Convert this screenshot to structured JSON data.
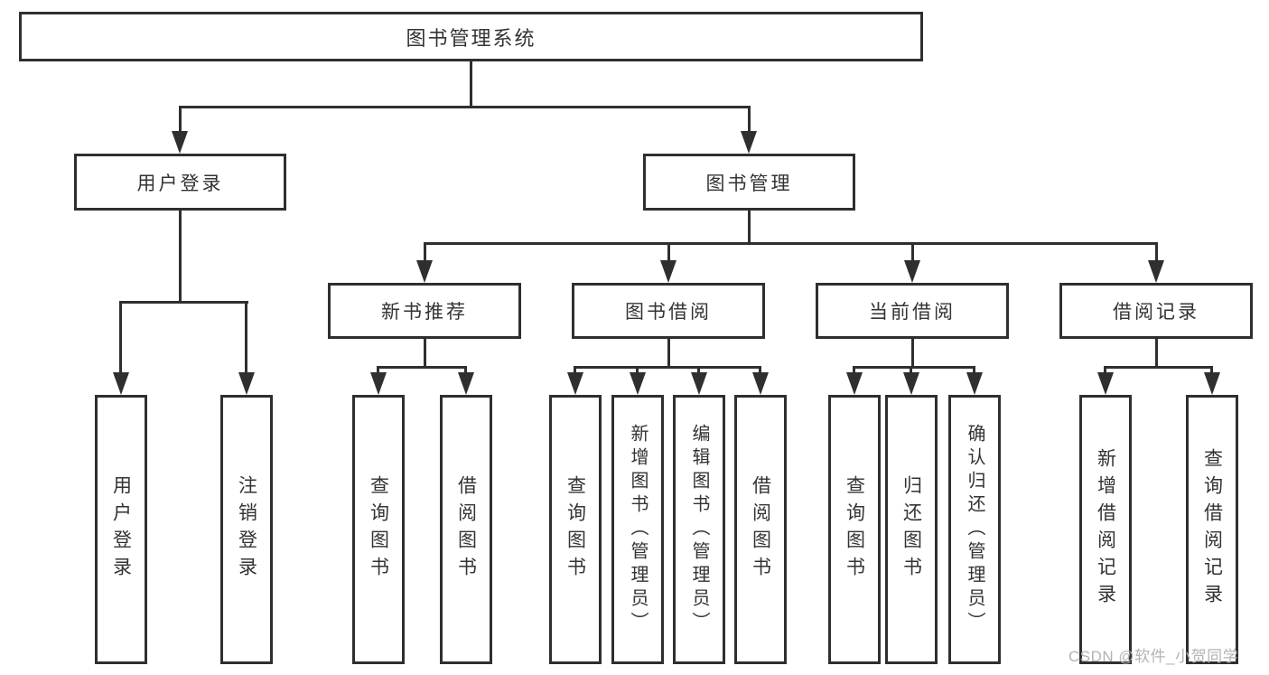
{
  "nodes": {
    "root": {
      "label": "图书管理系统"
    },
    "user_login": {
      "label": "用户登录"
    },
    "book_management": {
      "label": "图书管理"
    },
    "new_book_recommend": {
      "label": "新书推荐"
    },
    "book_borrowing": {
      "label": "图书借阅"
    },
    "current_borrowing": {
      "label": "当前借阅"
    },
    "borrowing_records": {
      "label": "借阅记录"
    },
    "leaf_user_login": {
      "label": "用户登录"
    },
    "leaf_logout": {
      "label": "注销登录"
    },
    "leaf_query_books_recommend": {
      "label": "查询图书"
    },
    "leaf_borrow_books_recommend": {
      "label": "借阅图书"
    },
    "leaf_query_books_borrowing": {
      "label": "查询图书"
    },
    "leaf_add_books_admin": {
      "label": "新增图书（管理员）"
    },
    "leaf_edit_books_admin": {
      "label": "编辑图书（管理员）"
    },
    "leaf_borrow_books_borrowing": {
      "label": "借阅图书"
    },
    "leaf_query_books_current": {
      "label": "查询图书"
    },
    "leaf_return_books": {
      "label": "归还图书"
    },
    "leaf_confirm_return_admin": {
      "label": "确认归还（管理员）"
    },
    "leaf_add_borrow_record": {
      "label": "新增借阅记录"
    },
    "leaf_query_borrow_record": {
      "label": "查询借阅记录"
    }
  },
  "watermark": {
    "text": "CSDN @软件_小贺同学",
    "color": "#b3b3b8"
  },
  "colors": {
    "line": "#2f2f2f",
    "box_border": "#2f2f2f",
    "box_background": "#ffffff",
    "text": "#333333"
  }
}
